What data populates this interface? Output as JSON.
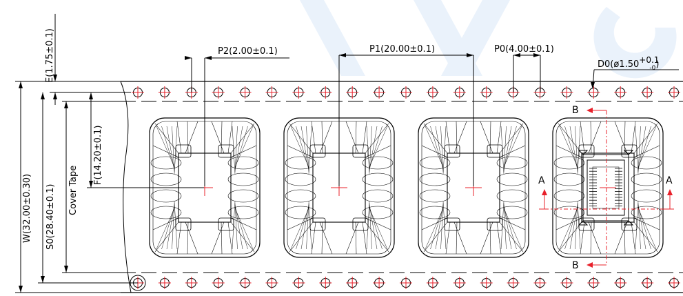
{
  "dimensions": {
    "e": "E(1.75±0.1)",
    "p2": "P2(2.00±0.1)",
    "p1": "P1(20.00±0.1)",
    "p0": "P0(4.00±0.1)",
    "d0_prefix": "D0(ø1.50",
    "d0_tol_upper": "+0.1",
    "d0_tol_lower": "-0",
    "d0_suffix": ")",
    "f": "F(14.20±0.1)",
    "cover_tape": "Cover Tape",
    "s0": "S0(28.40±0.1)",
    "w": "W(32.00±0.30)"
  },
  "section_markers": {
    "a_left": "A",
    "a_right": "A",
    "b_top": "B",
    "b_bottom": "B"
  },
  "colors": {
    "line": "#000000",
    "centerline": "#e8202a",
    "watermark": "#eaf2fb"
  }
}
